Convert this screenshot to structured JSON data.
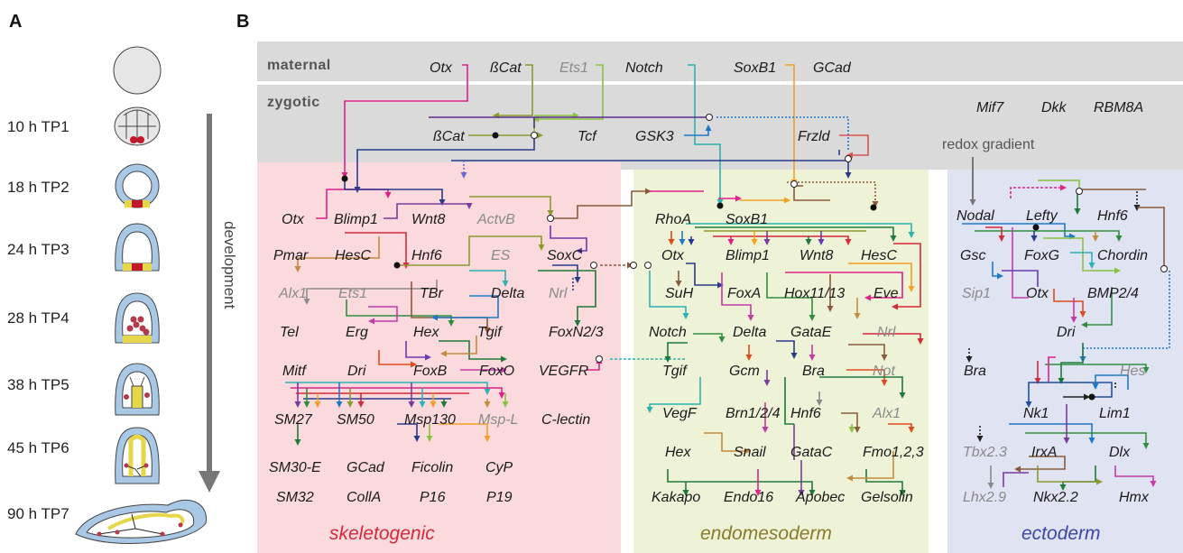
{
  "panels": {
    "a": "A",
    "b": "B"
  },
  "stages": [
    {
      "time": "10 h",
      "tp": "TP1"
    },
    {
      "time": "18 h",
      "tp": "TP2"
    },
    {
      "time": "24 h",
      "tp": "TP3"
    },
    {
      "time": "28 h",
      "tp": "TP4"
    },
    {
      "time": "38 h",
      "tp": "TP5"
    },
    {
      "time": "45 h",
      "tp": "TP6"
    },
    {
      "time": "90 h",
      "tp": "TP7"
    }
  ],
  "development_label": "development",
  "bands": {
    "maternal": "maternal",
    "zygotic": "zygotic"
  },
  "redox_label": "redox gradient",
  "regions": {
    "skeletogenic": {
      "label": "skeletogenic",
      "color": "#d42a3c",
      "bg": "#fadadd"
    },
    "endomesoderm": {
      "label": "endomesoderm",
      "color": "#8a7a2a",
      "bg": "#eef2d7"
    },
    "ectoderm": {
      "label": "ectoderm",
      "color": "#3a46a8",
      "bg": "#dfe3f2"
    }
  },
  "genes": {
    "maternal": [
      "Otx",
      "ßCat",
      "Ets1",
      "Notch",
      "SoxB1",
      "GCad"
    ],
    "zygotic": [
      "ßCat",
      "Tcf",
      "GSK3",
      "Frzld",
      "Mif7",
      "Dkk",
      "RBM8A"
    ],
    "skeletogenic": [
      "Otx",
      "Blimp1",
      "Wnt8",
      "ActvB",
      "Pmar",
      "HesC",
      "Hnf6",
      "ES",
      "SoxC",
      "Alx1",
      "Ets1",
      "TBr",
      "Delta",
      "Nrl",
      "Tel",
      "Erg",
      "Hex",
      "Tgif",
      "FoxN2/3",
      "Mitf",
      "Dri",
      "FoxB",
      "FoxO",
      "VEGFR",
      "SM27",
      "SM50",
      "Msp130",
      "Msp-L",
      "C-lectin",
      "SM30-E",
      "GCad",
      "Ficolin",
      "CyP",
      "SM32",
      "CollA",
      "P16",
      "P19"
    ],
    "endomesoderm": [
      "RhoA",
      "SoxB1",
      "Otx",
      "Blimp1",
      "Wnt8",
      "HesC",
      "SuH",
      "FoxA",
      "Hox11/13",
      "Eve",
      "Notch",
      "Delta",
      "GataE",
      "Nrl",
      "Tgif",
      "Gcm",
      "Bra",
      "Not",
      "VegF",
      "Brn1/2/4",
      "Hnf6",
      "Alx1",
      "Hex",
      "Snail",
      "GataC",
      "Fmo1,2,3",
      "Kakapo",
      "Endo16",
      "Apobec",
      "Gelsolin"
    ],
    "ectoderm": [
      "Nodal",
      "Lefty",
      "Hnf6",
      "Gsc",
      "FoxG",
      "Chordin",
      "Sip1",
      "Otx",
      "BMP2/4",
      "Dri",
      "Bra",
      "Hes",
      "Nk1",
      "Lim1",
      "Tbx2.3",
      "IrxA",
      "Dlx",
      "Lhx2.9",
      "Nkx2.2",
      "Hmx"
    ]
  }
}
